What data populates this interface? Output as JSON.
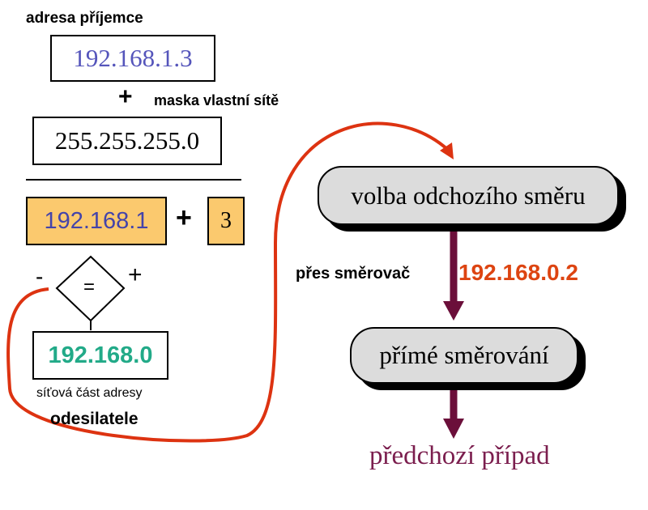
{
  "left": {
    "recipient_label": "adresa příjemce",
    "recipient_ip": "192.168.1.3",
    "plus_sign": "+",
    "mask_label": "maska vlastní sítě",
    "mask_value": "255.255.255.0",
    "network_part": "192.168.1",
    "plus_sign_2": "+",
    "host_part": "3",
    "minus_label": "-",
    "equals_sign": "=",
    "plus_label": "+",
    "sender_network": "192.168.0",
    "caption_line1": "síťová část adresy",
    "caption_line2": "odesilatele"
  },
  "right": {
    "choose_direction": "volba odchozího směru",
    "via_router_label": "přes směrovač",
    "router_ip": "192.168.0.2",
    "direct_routing": "přímé směrování",
    "previous_case": "předchozí případ"
  },
  "colors": {
    "recipient_ip": "#5555bb",
    "network_part": "#4444aa",
    "sender_network": "#22aa88",
    "router_ip": "#dd4411",
    "arrow": "#6b0f3a",
    "curve": "#dd3311",
    "orange_box": "#fbc96e",
    "previous_case": "#7b1e4e"
  }
}
